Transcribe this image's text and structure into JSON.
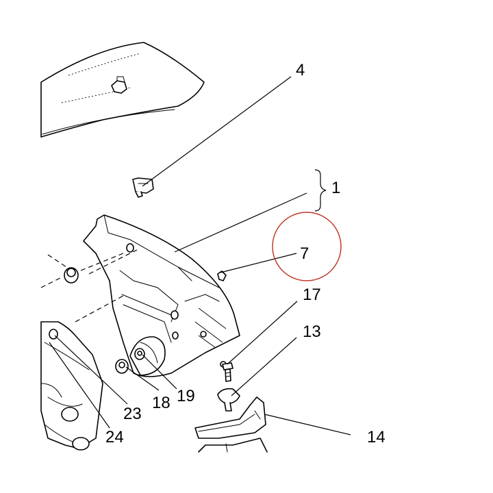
{
  "callouts": {
    "c1": "1",
    "c4": "4",
    "c7": "7",
    "c13": "13",
    "c14": "14",
    "c17": "17",
    "c18": "18",
    "c19": "19",
    "c23": "23",
    "c24": "24"
  },
  "colors": {
    "line": "#000000",
    "background": "#ffffff",
    "highlight_circle": "#c0392b"
  }
}
